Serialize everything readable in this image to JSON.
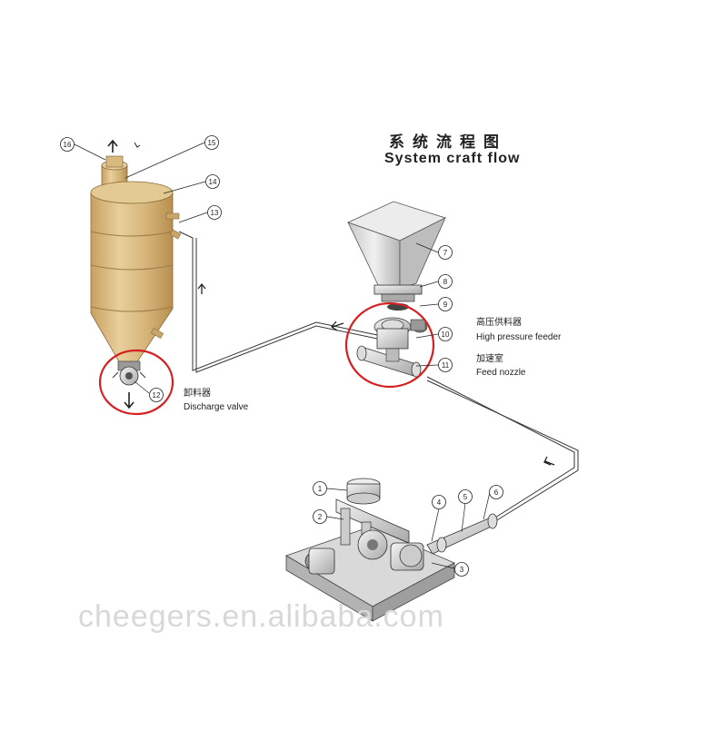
{
  "title": {
    "cn": "系统流程图",
    "en": "System craft flow"
  },
  "labels": {
    "feeder_cn": "高压供料器",
    "feeder_en": "High pressure feeder",
    "nozzle_cn": "加速室",
    "nozzle_en": "Feed nozzle",
    "discharge_cn": "卸料器",
    "discharge_en": "Discharge valve"
  },
  "callouts": [
    "1",
    "2",
    "3",
    "4",
    "5",
    "6",
    "7",
    "8",
    "9",
    "10",
    "11",
    "12",
    "13",
    "14",
    "15",
    "16"
  ],
  "watermark": "cheegers.en.alibaba.com",
  "colors": {
    "silo_fill": "#d8b980",
    "highlight_circle": "#d42020",
    "line": "#333333"
  }
}
